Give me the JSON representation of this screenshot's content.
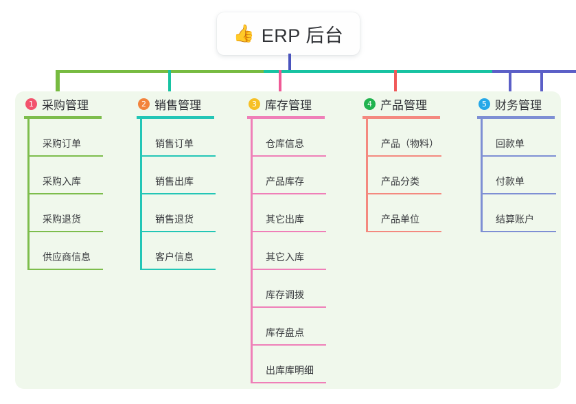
{
  "diagram": {
    "type": "tree-mindmap",
    "root": {
      "emoji": "👍",
      "emoji_name": "thumbs-up-icon",
      "title": "ERP 后台"
    },
    "panel_color": "#f0f8ec",
    "trunk_color": "#4a54bd",
    "bus_colors": [
      "#77bb41",
      "#17c3a2",
      "#5b5fc7"
    ],
    "columns": [
      {
        "number": "1",
        "title": "采购管理",
        "badge_color": "#f2536d",
        "line_color": "#7dbd4c",
        "stub_color": "#77bb41",
        "items": [
          "采购订单",
          "采购入库",
          "采购退货",
          "供应商信息"
        ]
      },
      {
        "number": "2",
        "title": "销售管理",
        "badge_color": "#f2833c",
        "line_color": "#23c6b6",
        "stub_color": "#17c3a2",
        "items": [
          "销售订单",
          "销售出库",
          "销售退货",
          "客户信息"
        ]
      },
      {
        "number": "3",
        "title": "库存管理",
        "badge_color": "#f6c026",
        "line_color": "#ef7fb8",
        "stub_color": "#ef5a96",
        "items": [
          "仓库信息",
          "产品库存",
          "其它出库",
          "其它入库",
          "库存调拨",
          "库存盘点",
          "出库库明细"
        ]
      },
      {
        "number": "4",
        "title": "产品管理",
        "badge_color": "#21b34f",
        "line_color": "#f4897f",
        "stub_color": "#f05a5a",
        "items": [
          "产品（物料）",
          "产品分类",
          "产品单位"
        ]
      },
      {
        "number": "5",
        "title": "财务管理",
        "badge_color": "#26a8e8",
        "line_color": "#7e8fd4",
        "stub_color": "#5b5fc7",
        "items": [
          "回款单",
          "付款单",
          "结算账户"
        ]
      }
    ]
  }
}
